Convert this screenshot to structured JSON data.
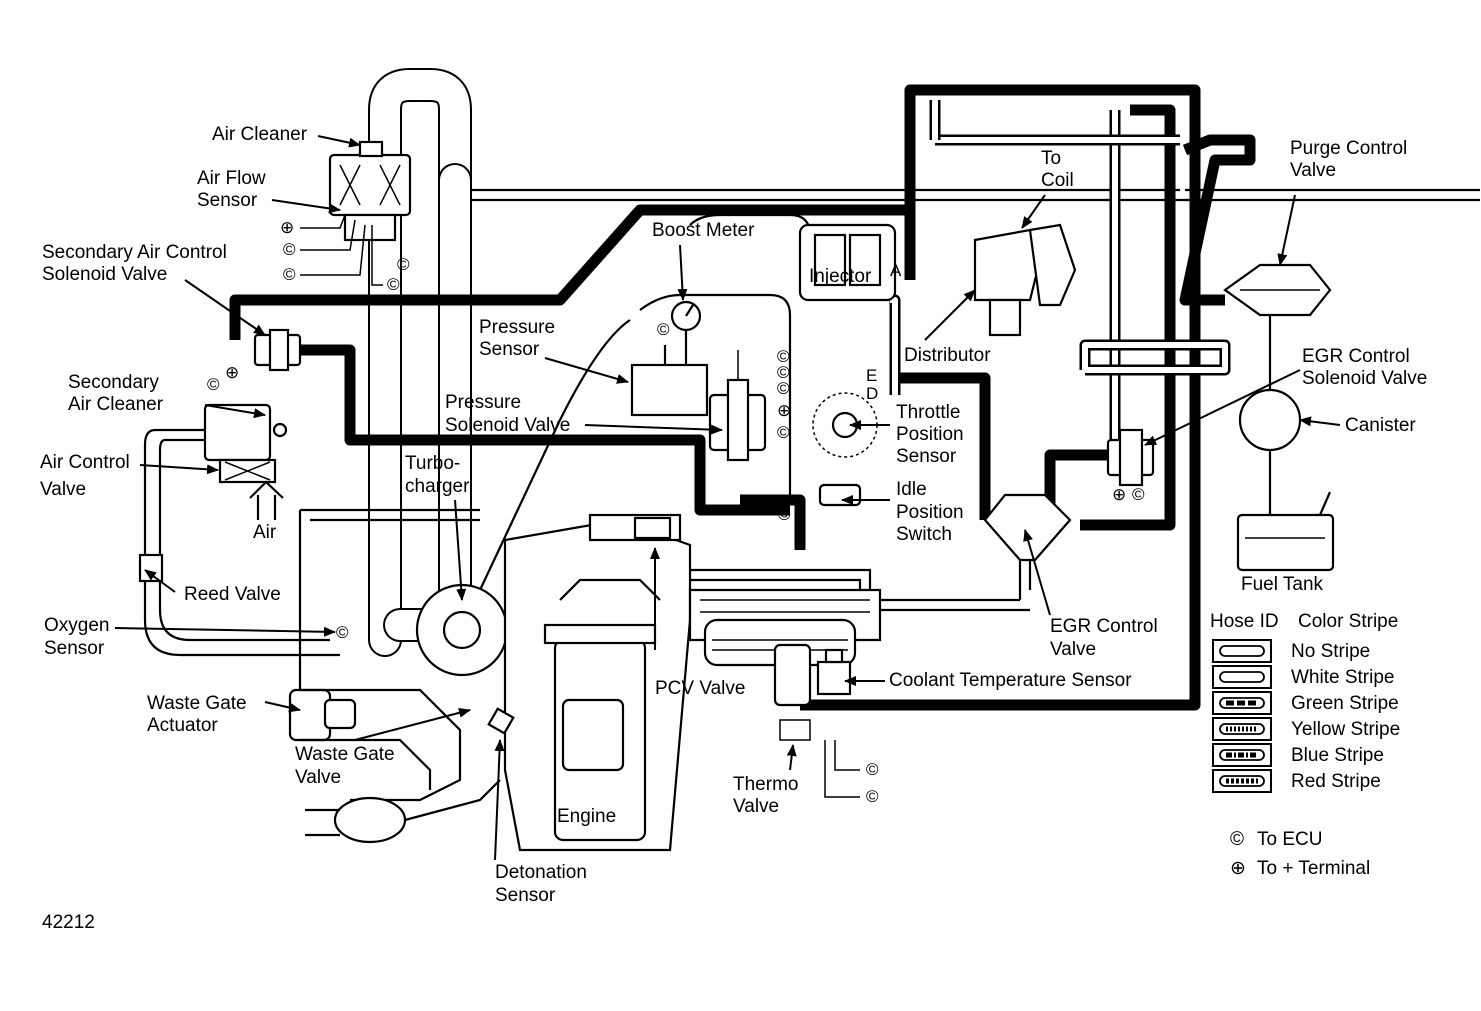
{
  "labels": {
    "air_cleaner": "Air Cleaner",
    "air_flow_sensor": [
      "Air Flow",
      "Sensor"
    ],
    "sec_air_ctrl_solenoid": [
      "Secondary Air Control",
      "Solenoid Valve"
    ],
    "secondary_air_cleaner": [
      "Secondary",
      "Air Cleaner"
    ],
    "air_control_valve": [
      "Air Control",
      "Valve"
    ],
    "air": "Air",
    "reed_valve": "Reed Valve",
    "oxygen_sensor": [
      "Oxygen",
      "Sensor"
    ],
    "waste_gate_actuator": [
      "Waste Gate",
      "Actuator"
    ],
    "waste_gate_valve": [
      "Waste Gate",
      "Valve"
    ],
    "detonation_sensor": [
      "Detonation",
      "Sensor"
    ],
    "engine": "Engine",
    "pcv_valve": "PCV Valve",
    "thermo_valve": [
      "Thermo",
      "Valve"
    ],
    "coolant_temp_sensor": "Coolant Temperature Sensor",
    "egr_control_valve": [
      "EGR Control",
      "Valve"
    ],
    "idle_position_switch": [
      "Idle",
      "Position",
      "Switch"
    ],
    "throttle_position_sensor": [
      "Throttle",
      "Position",
      "Sensor"
    ],
    "turbocharger": [
      "Turbo-",
      "charger"
    ],
    "pressure_solenoid_valve": [
      "Pressure",
      "Solenoid Valve"
    ],
    "pressure_sensor": [
      "Pressure",
      "Sensor"
    ],
    "boost_meter": "Boost Meter",
    "injector": "Injector",
    "distributor": "Distributor",
    "to_coil": [
      "To",
      "Coil"
    ],
    "purge_control_valve": [
      "Purge Control",
      "Valve"
    ],
    "egr_control_solenoid": [
      "EGR Control",
      "Solenoid Valve"
    ],
    "canister": "Canister",
    "fuel_tank": "Fuel Tank",
    "port_a": "A",
    "port_e": "E",
    "port_d": "D"
  },
  "legend": {
    "header_id": "Hose ID",
    "header_color": "Color Stripe",
    "items": [
      {
        "label": "No Stripe",
        "pattern": "none"
      },
      {
        "label": "White Stripe",
        "pattern": "white"
      },
      {
        "label": "Green Stripe",
        "pattern": "green"
      },
      {
        "label": "Yellow Stripe",
        "pattern": "yellow"
      },
      {
        "label": "Blue Stripe",
        "pattern": "blue"
      },
      {
        "label": "Red Stripe",
        "pattern": "red"
      }
    ],
    "to_ecu": "To ECU",
    "to_terminal": "To + Terminal"
  },
  "symbols": {
    "ecu": "©",
    "plus": "⊕"
  },
  "figure_number": "42212"
}
